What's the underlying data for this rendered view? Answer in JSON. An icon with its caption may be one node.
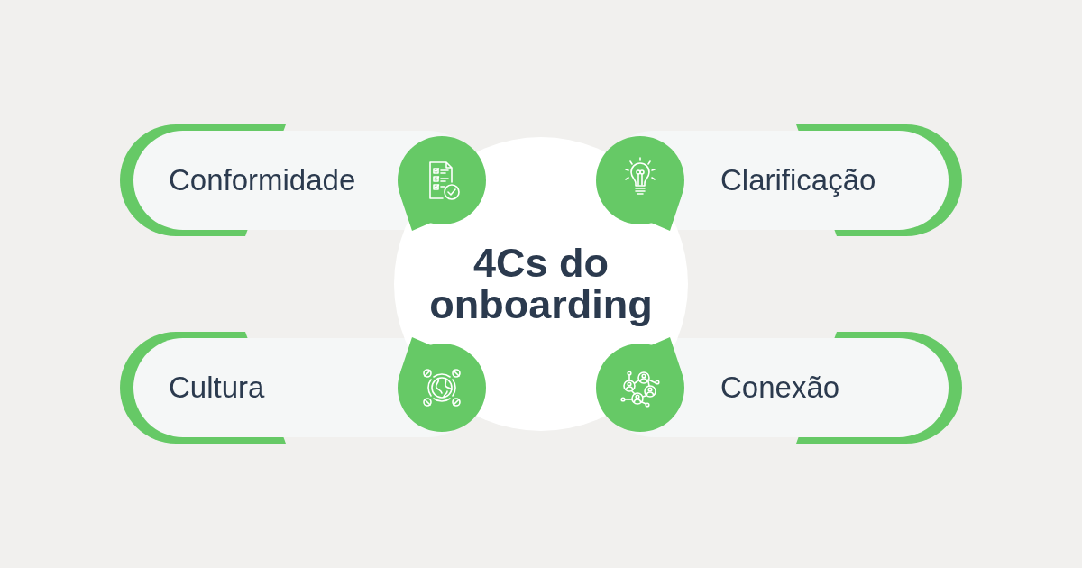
{
  "diagram": {
    "nodes": [
      {
        "text": [
          "4Cs do onboarding"
        ]
      },
      {
        "text": [
          "Conformidade"
        ]
      },
      {
        "text": [
          "Clarificação"
        ]
      },
      {
        "text": [
          "Cultura"
        ]
      },
      {
        "text": [
          "Conexão"
        ]
      }
    ]
  }
}
